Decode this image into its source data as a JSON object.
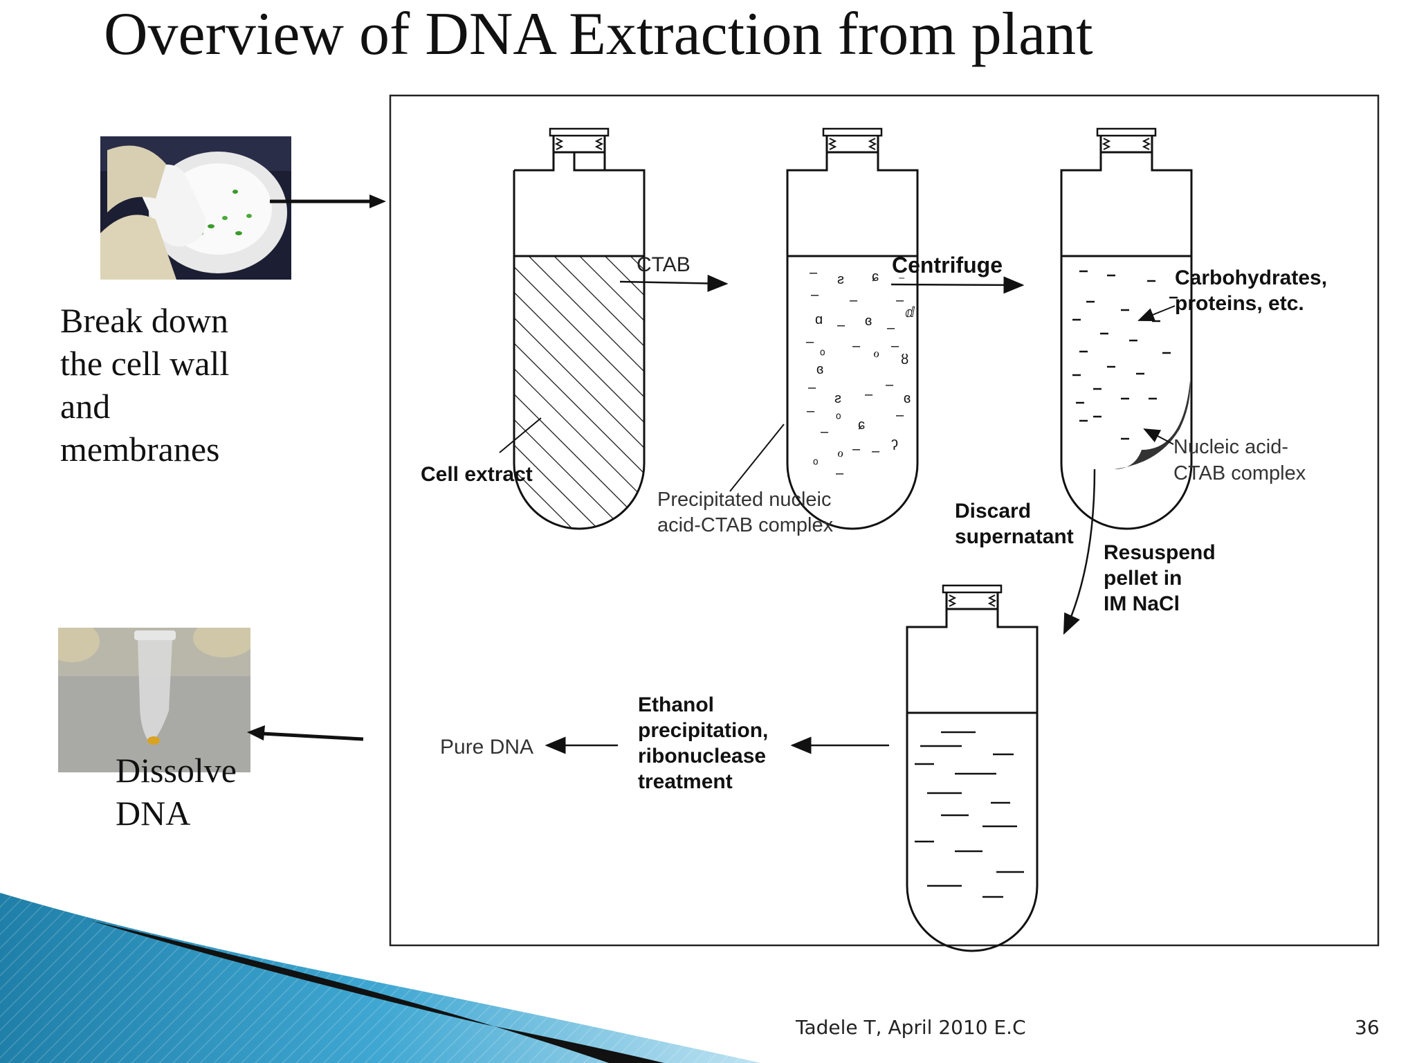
{
  "slide": {
    "title": "Overview of DNA Extraction from plant",
    "left_text_top": [
      "Break down",
      "the cell wall",
      "and",
      "membranes"
    ],
    "left_text_bottom": [
      "Dissolve",
      "DNA"
    ],
    "footer": "Tadele T, April 2010 E.C",
    "page_number": "36"
  },
  "diagram": {
    "labels": {
      "ctab": "CTAB",
      "centrifuge": "Centrifuge",
      "cell_extract": "Cell extract",
      "precipitated": [
        "Precipitated nucleic",
        "acid-CTAB complex"
      ],
      "carbohydrates": [
        "Carbohydrates,",
        "proteins, etc."
      ],
      "nucleic_complex": [
        "Nucleic acid-",
        "CTAB complex"
      ],
      "discard": [
        "Discard",
        "supernatant"
      ],
      "resuspend": [
        "Resuspend",
        "pellet in",
        "IM NaCl"
      ],
      "ethanol": [
        "Ethanol",
        "precipitation,",
        "ribonuclease",
        "treatment"
      ],
      "pure_dna": "Pure DNA"
    }
  },
  "colors": {
    "blue_accent": "#2b8fbf",
    "dark_bar": "#111111"
  },
  "icons": [
    "mortar-pestle-photo",
    "microtube-photo"
  ]
}
